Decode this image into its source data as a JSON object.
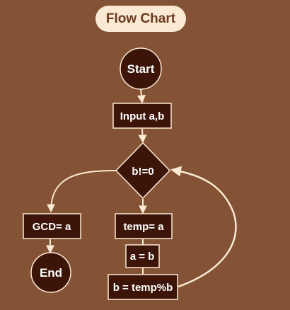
{
  "title": "Flow Chart",
  "colors": {
    "background": "#845234",
    "node_fill": "#3c1408",
    "node_border": "#fbe9d3",
    "arrow": "#fbe9d3",
    "title_fill": "#fbe9d3",
    "title_text": "#6b3a1f"
  },
  "nodes": {
    "start": "Start",
    "input": "Input a,b",
    "condition": "b!=0",
    "gcd": "GCD= a",
    "end": "End",
    "temp": "temp= a",
    "assign_a": "a = b",
    "assign_b": "b = temp%b"
  }
}
